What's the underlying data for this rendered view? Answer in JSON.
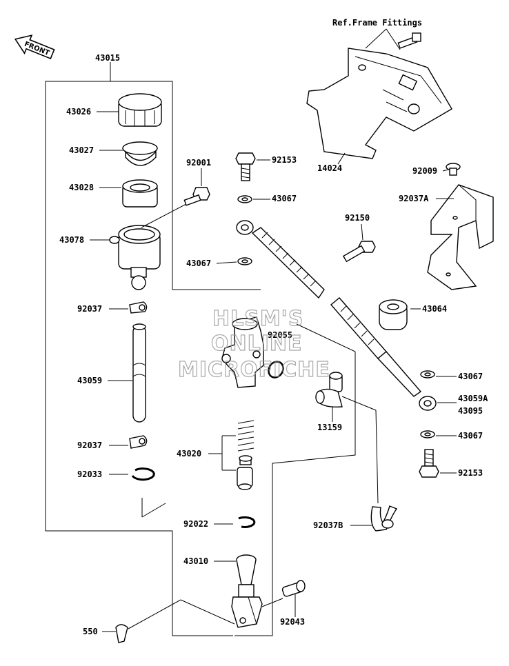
{
  "title": "Ref.Frame Fittings",
  "front_label": "FRONT",
  "watermark": [
    "HLSM'S",
    "ONLINE",
    "MICROFICHE"
  ],
  "parts": {
    "p43015": "43015",
    "p43026": "43026",
    "p43027": "43027",
    "p43028": "43028",
    "p43078": "43078",
    "p92037_top": "92037",
    "p43059": "43059",
    "p92037_bot": "92037",
    "p92033": "92033",
    "p92001": "92001",
    "p92153_top": "92153",
    "p43067_a": "43067",
    "p43067_b": "43067",
    "p92150": "92150",
    "p14024": "14024",
    "p92009": "92009",
    "p92037A": "92037A",
    "p43064": "43064",
    "p92055": "92055",
    "p43067_c": "43067",
    "p43059A": "43059A",
    "p43095": "43095",
    "p43067_d": "43067",
    "p92153_bot": "92153",
    "p13159": "13159",
    "p43020": "43020",
    "p92022": "92022",
    "p92037B": "92037B",
    "p43010": "43010",
    "p92043": "92043",
    "p550": "550"
  }
}
